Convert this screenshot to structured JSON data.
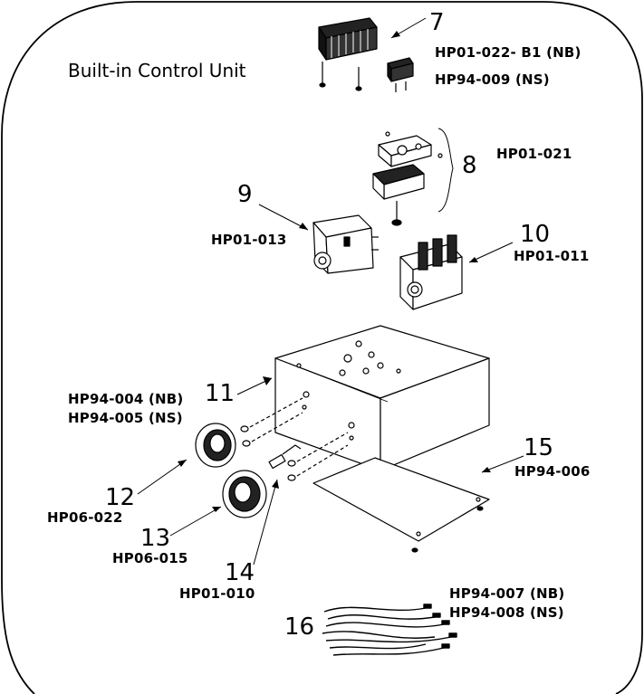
{
  "title": "Built-in Control Unit",
  "callouts": {
    "c7": {
      "num": "7",
      "parts": [
        "HP01-022- B1 (NB)",
        "HP94-009 (NS)"
      ]
    },
    "c8": {
      "num": "8",
      "parts": [
        "HP01-021"
      ]
    },
    "c9": {
      "num": "9",
      "parts": [
        "HP01-013"
      ]
    },
    "c10": {
      "num": "10",
      "parts": [
        "HP01-011"
      ]
    },
    "c11": {
      "num": "11",
      "parts": [
        "HP94-004 (NB)",
        "HP94-005 (NS)"
      ]
    },
    "c12": {
      "num": "12",
      "parts": [
        "HP06-022"
      ]
    },
    "c13": {
      "num": "13",
      "parts": [
        "HP06-015"
      ]
    },
    "c14": {
      "num": "14",
      "parts": [
        "HP01-010"
      ]
    },
    "c15": {
      "num": "15",
      "parts": [
        "HP94-006"
      ]
    },
    "c16": {
      "num": "16",
      "parts": [
        "HP94-007 (NB)",
        "HP94-008 (NS)"
      ]
    }
  }
}
